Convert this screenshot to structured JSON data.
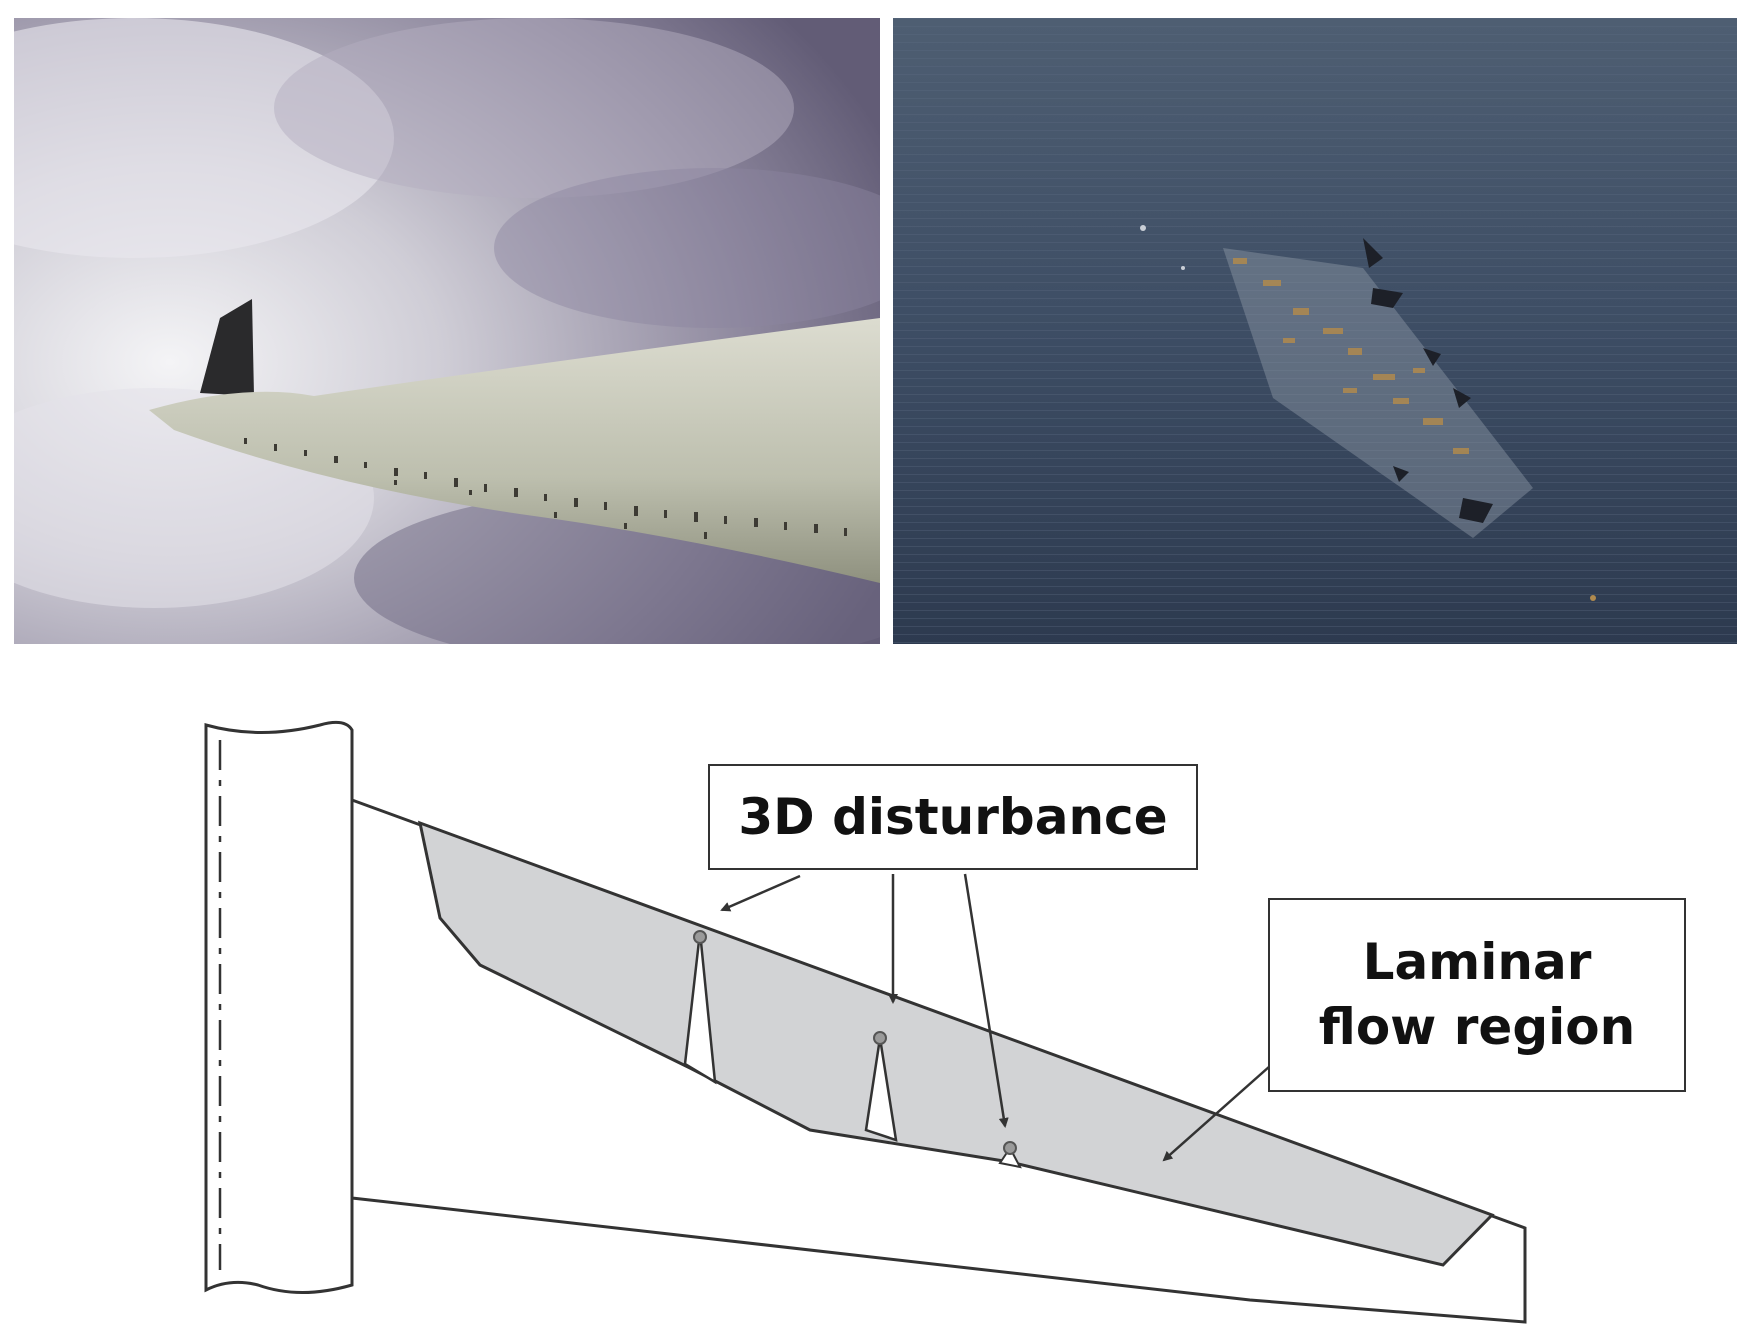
{
  "callouts": {
    "disturbance": "3D disturbance",
    "laminar_line1": "Laminar",
    "laminar_line2": "flow region"
  },
  "colors": {
    "sky_light": "#d9d8de",
    "sky_dark": "#6f6a82",
    "wing": "#c9cabc",
    "sea": "#3c4c63",
    "laminar_fill": "#d2d3d5",
    "outline": "#333333"
  }
}
